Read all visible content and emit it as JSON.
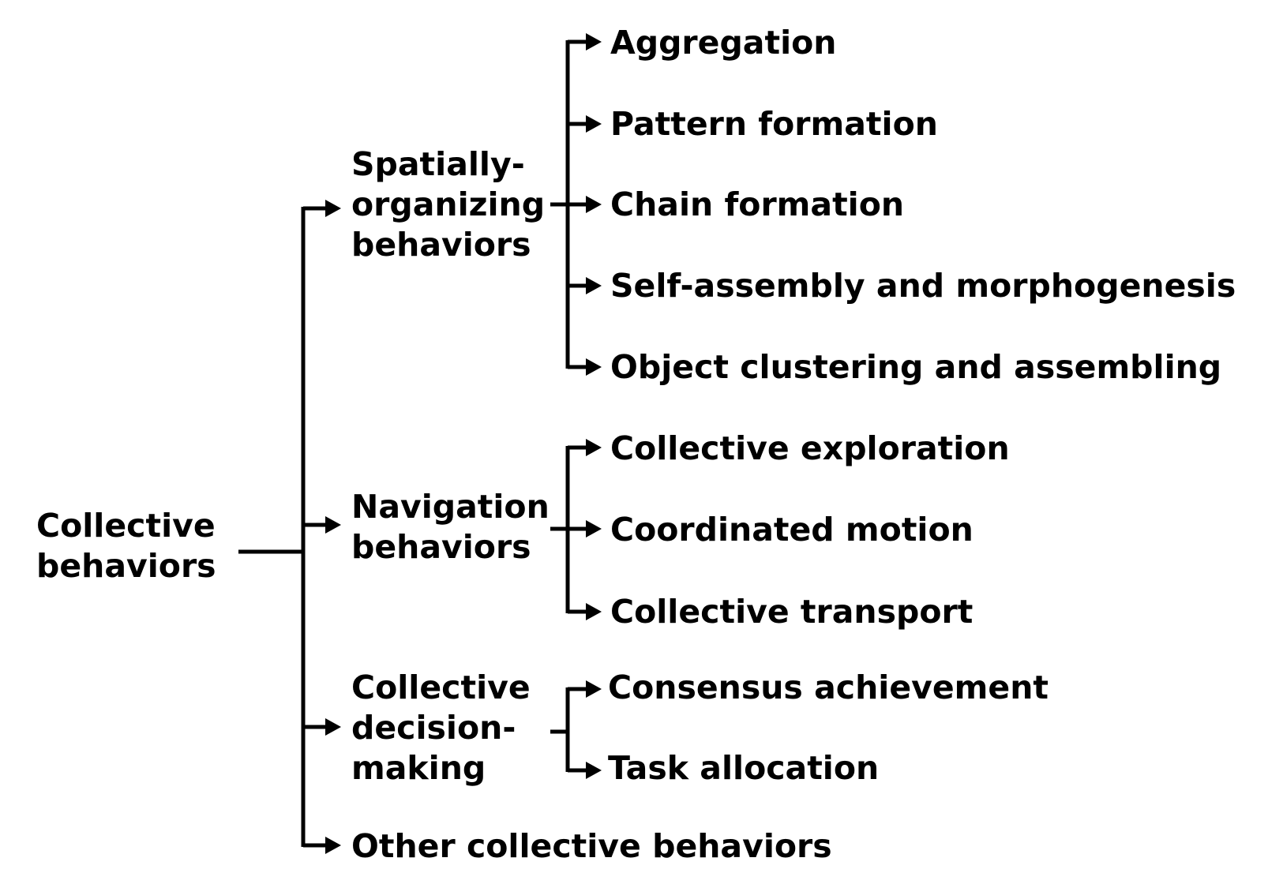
{
  "root": {
    "label_lines": [
      "Collective",
      "behaviors"
    ]
  },
  "categories": [
    {
      "label_lines": [
        "Spatially-",
        "organizing",
        "behaviors"
      ],
      "children": [
        "Aggregation",
        "Pattern formation",
        "Chain formation",
        "Self-assembly and morphogenesis",
        "Object clustering and assembling"
      ]
    },
    {
      "label_lines": [
        "Navigation",
        "behaviors"
      ],
      "children": [
        "Collective exploration",
        "Coordinated motion",
        "Collective transport"
      ]
    },
    {
      "label_lines": [
        "Collective",
        "decision-",
        "making"
      ],
      "children": [
        "Consensus achievement",
        "Task allocation"
      ]
    },
    {
      "label_lines": [
        "Other collective behaviors"
      ],
      "children": []
    }
  ]
}
